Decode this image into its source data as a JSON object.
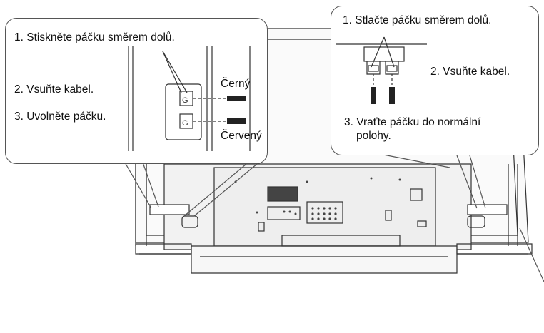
{
  "left_callout": {
    "step1": "1. Stiskněte páčku směrem dolů.",
    "step2": "2. Vsuňte kabel.",
    "step3": "3. Uvolněte páčku.",
    "label_black": "Černý",
    "label_red": "Červený"
  },
  "right_callout": {
    "step1": "1. Stlačte páčku směrem dolů.",
    "step2": "2. Vsuňte kabel.",
    "step3_line1": "3.  Vraťte páčku do normální",
    "step3_line2": "polohy."
  }
}
